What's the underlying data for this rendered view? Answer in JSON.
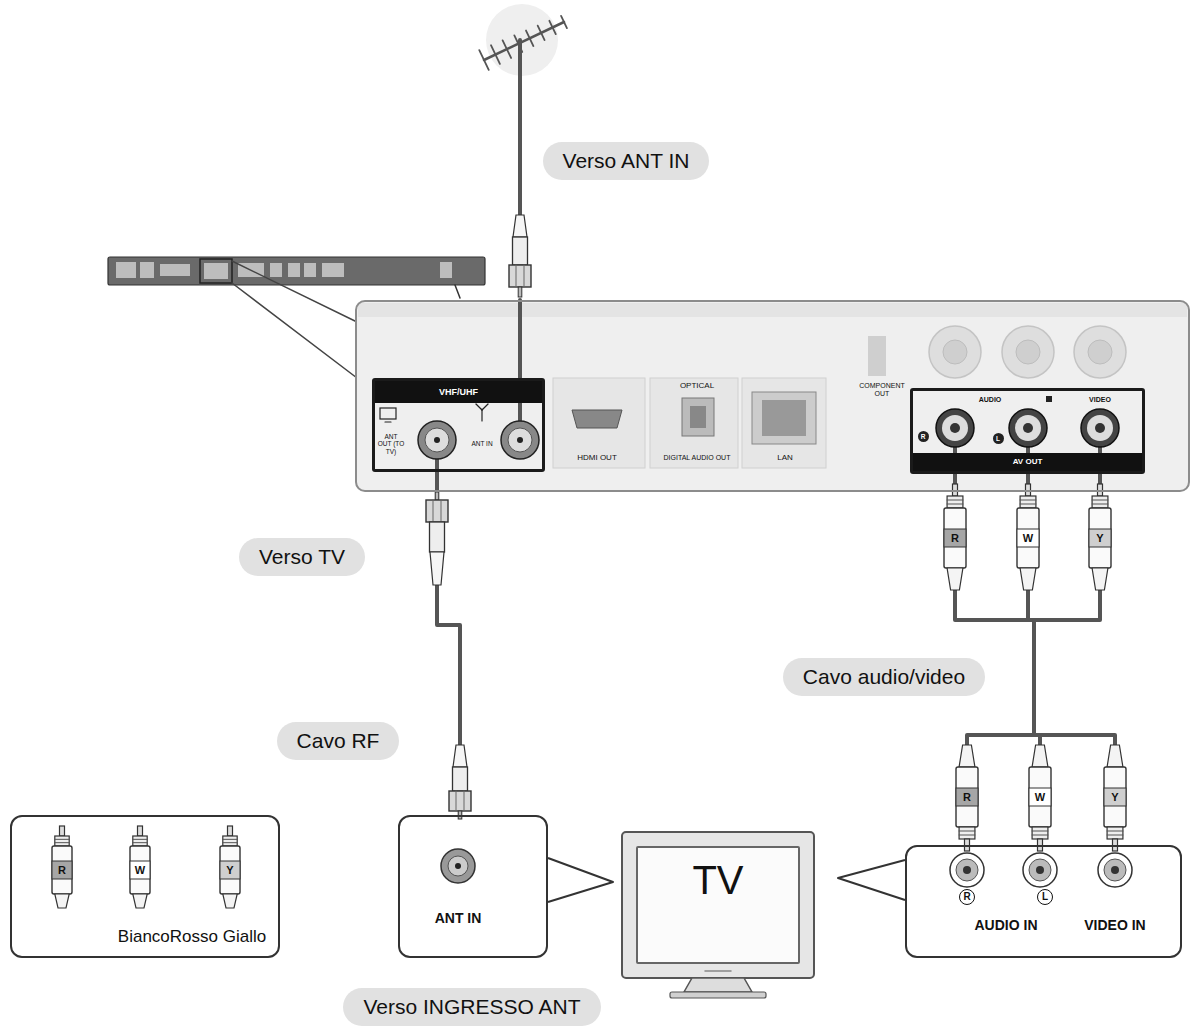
{
  "diagram": {
    "nodes": [
      {
        "text": [
          "Verso ANT IN"
        ]
      },
      {
        "text": [
          "HDMI OUT",
          "OPTICAL",
          "DIGITAL AUDIO OUT",
          "LAN",
          "COMPONENT OUT"
        ]
      },
      {
        "text": [
          "VHF/UHF",
          "ANT OUT (TO TV)",
          "ANT IN"
        ],
        "in": 1
      },
      {
        "text": [
          "AUDIO",
          "VIDEO",
          "R",
          "L",
          "AV OUT"
        ],
        "in": 1
      },
      {
        "text": [
          "Verso TV"
        ]
      },
      {
        "text": [
          "Cavo audio/video"
        ]
      },
      {
        "text": [
          "Cavo RF"
        ]
      },
      {
        "text": [
          "R",
          "W",
          "Y",
          "BiancoRosso Giallo"
        ]
      },
      {
        "text": [
          "ANT IN"
        ]
      },
      {
        "text": [
          "TV"
        ]
      },
      {
        "text": [
          "R",
          "L",
          "AUDIO IN",
          "VIDEO IN"
        ]
      },
      {
        "text": [
          "Verso INGRESSO ANT"
        ]
      }
    ],
    "edges": [
      {
        "from": 2,
        "to": 8,
        "arrow": "none"
      },
      {
        "from": 3,
        "to": 10,
        "arrow": "none"
      }
    ],
    "labels": [
      "R",
      "W",
      "Y",
      "R",
      "W",
      "Y"
    ]
  }
}
